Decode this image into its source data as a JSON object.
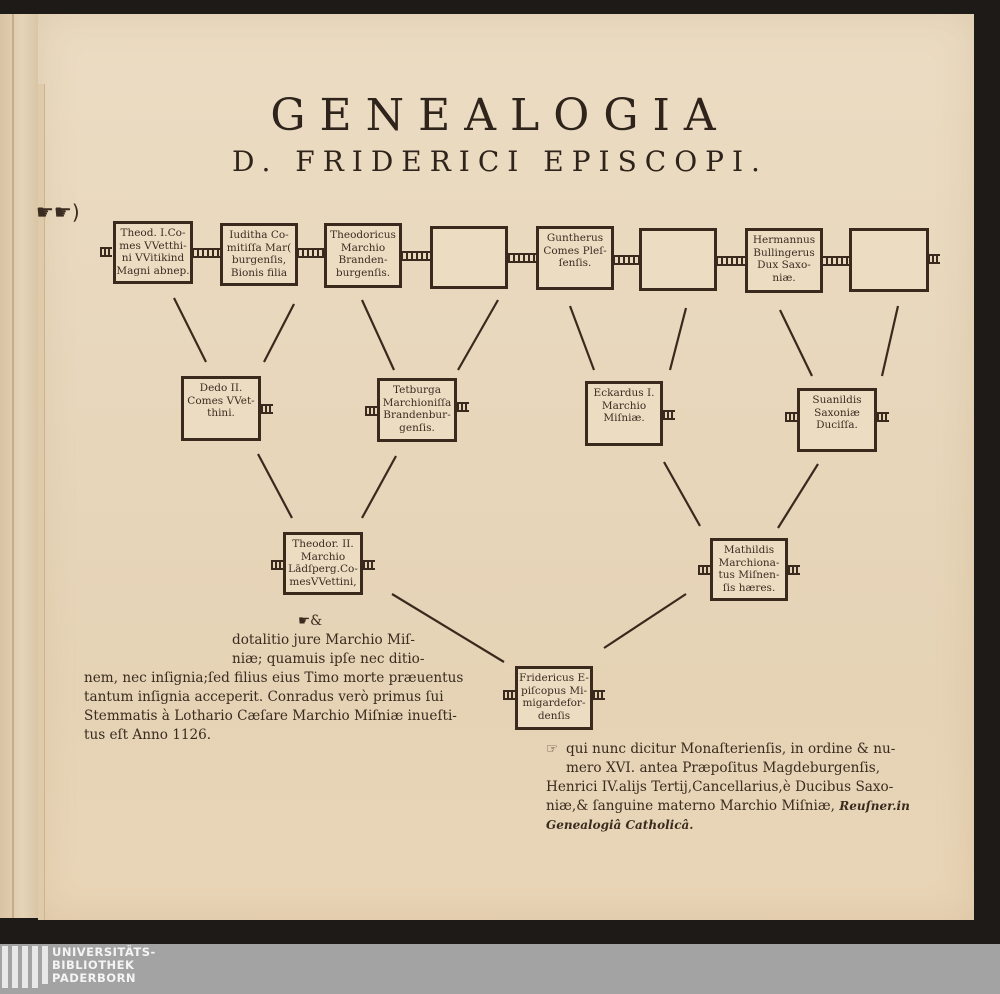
{
  "document": {
    "title": "GENEALOGIA",
    "subtitle": "D. FRIDERICI EPISCOPI.",
    "pointer_marks": "☛☛)",
    "ancestors_row": [
      {
        "label": "Theod. I.Co-\nmes VVetthi-\nni VVitikind\nMagni abnep."
      },
      {
        "label": "Iuditha Co-\nmitiſſa Mar(\nburgenſis,\nBionis filia"
      },
      {
        "label": "Theodoricus\nMarchio\nBranden-\nburgenſis."
      },
      {
        "label": ""
      },
      {
        "label": "Guntherus\nComes Pleſ-\nſenſis."
      },
      {
        "label": ""
      },
      {
        "label": "Hermannus\nBullingerus\nDux Saxo-\nniæ."
      },
      {
        "label": ""
      }
    ],
    "grandparents_row": [
      {
        "label": "Dedo II.\nComes VVet-\nthini."
      },
      {
        "label": "Tetburga\nMarchioniſſa\nBrandenbur-\ngenſis."
      },
      {
        "label": "Eckardus I.\nMarchio\nMiſniæ."
      },
      {
        "label": "Suanildis\nSaxoniæ\nDuciſſa."
      }
    ],
    "parents_row": [
      {
        "label": "Theodor. II.\nMarchio\nLādſperg.Co-\nmesVVettini,"
      },
      {
        "label": "Mathildis\nMarchiona-\ntus Miſnen-\nſis hæres."
      }
    ],
    "subject": {
      "label": "Fridericus E-\npiſcopus Mi-\nmigardefor-\ndenſis"
    },
    "note_left": {
      "marker": "☛&",
      "lines": [
        "dotalitio jure Marchio Miſ-",
        "niæ; quamuis ipſe nec ditio-",
        "nem, nec inſignia;ſed filius eius Timo morte præuentus",
        "tantum inſignia acceperit.   Conradus verò primus ſui",
        "Stemmatis à Lothario Cæſare Marchio Miſniæ inueſti-",
        "tus eſt Anno 1126."
      ]
    },
    "note_right": {
      "marker": "☞",
      "lines": [
        "qui nunc dicitur Monaſterienſis, in ordine & nu-",
        "mero XVI. antea Præpoſitus Magdeburgenſis,",
        "Henrici IV.alijs Tertij,Cancellarius,è Ducibus Saxo-",
        "niæ,& ſanguine materno Marchio Miſniæ,"
      ],
      "citation": "Reuſner.in",
      "citation_line2": "Genealogiâ Catholicâ."
    }
  },
  "footer": {
    "library_lines": [
      "UNIVERSITÄTS-",
      "BIBLIOTHEK",
      "PADERBORN"
    ]
  },
  "colors": {
    "paper": "#e8d7bc",
    "ink": "#3a2a1e",
    "background": "#1e1a17",
    "footer": "#a3a3a3"
  }
}
